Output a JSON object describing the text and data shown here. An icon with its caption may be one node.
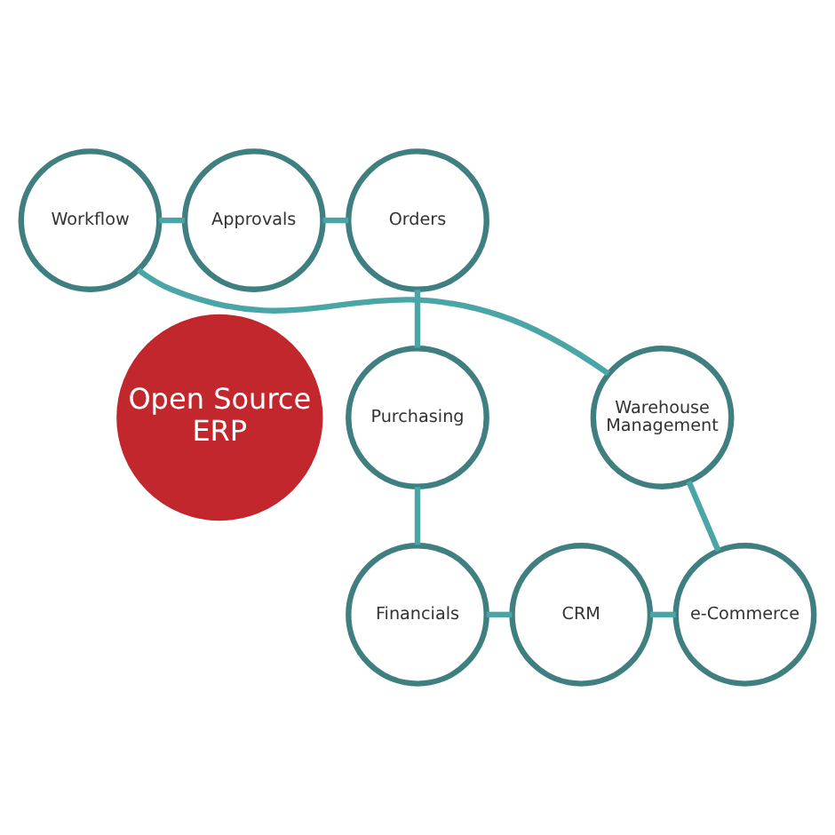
{
  "diagram": {
    "nodes": [
      {
        "text": [
          "Open Source ERP"
        ]
      },
      {
        "text": [
          "Approvals"
        ]
      },
      {
        "text": [
          "Orders"
        ]
      },
      {
        "text": [
          "Purchasing"
        ]
      },
      {
        "text": [
          "Financials"
        ]
      },
      {
        "text": [
          "CRM"
        ]
      },
      {
        "text": [
          "e-Commerce"
        ]
      },
      {
        "text": [
          "Warehouse Management"
        ]
      },
      {
        "text": [
          "Workflow"
        ]
      }
    ],
    "edges": [
      {
        "from": 1,
        "to": 2,
        "arrow": "none"
      },
      {
        "from": 2,
        "to": 3,
        "arrow": "none"
      },
      {
        "from": 3,
        "to": 4,
        "arrow": "none"
      },
      {
        "from": 4,
        "to": 5,
        "arrow": "none"
      },
      {
        "from": 5,
        "to": 6,
        "arrow": "none"
      },
      {
        "from": 6,
        "to": 7,
        "arrow": "none"
      },
      {
        "from": 7,
        "to": 8,
        "arrow": "none"
      },
      {
        "from": 8,
        "to": 1,
        "arrow": "none"
      }
    ]
  }
}
